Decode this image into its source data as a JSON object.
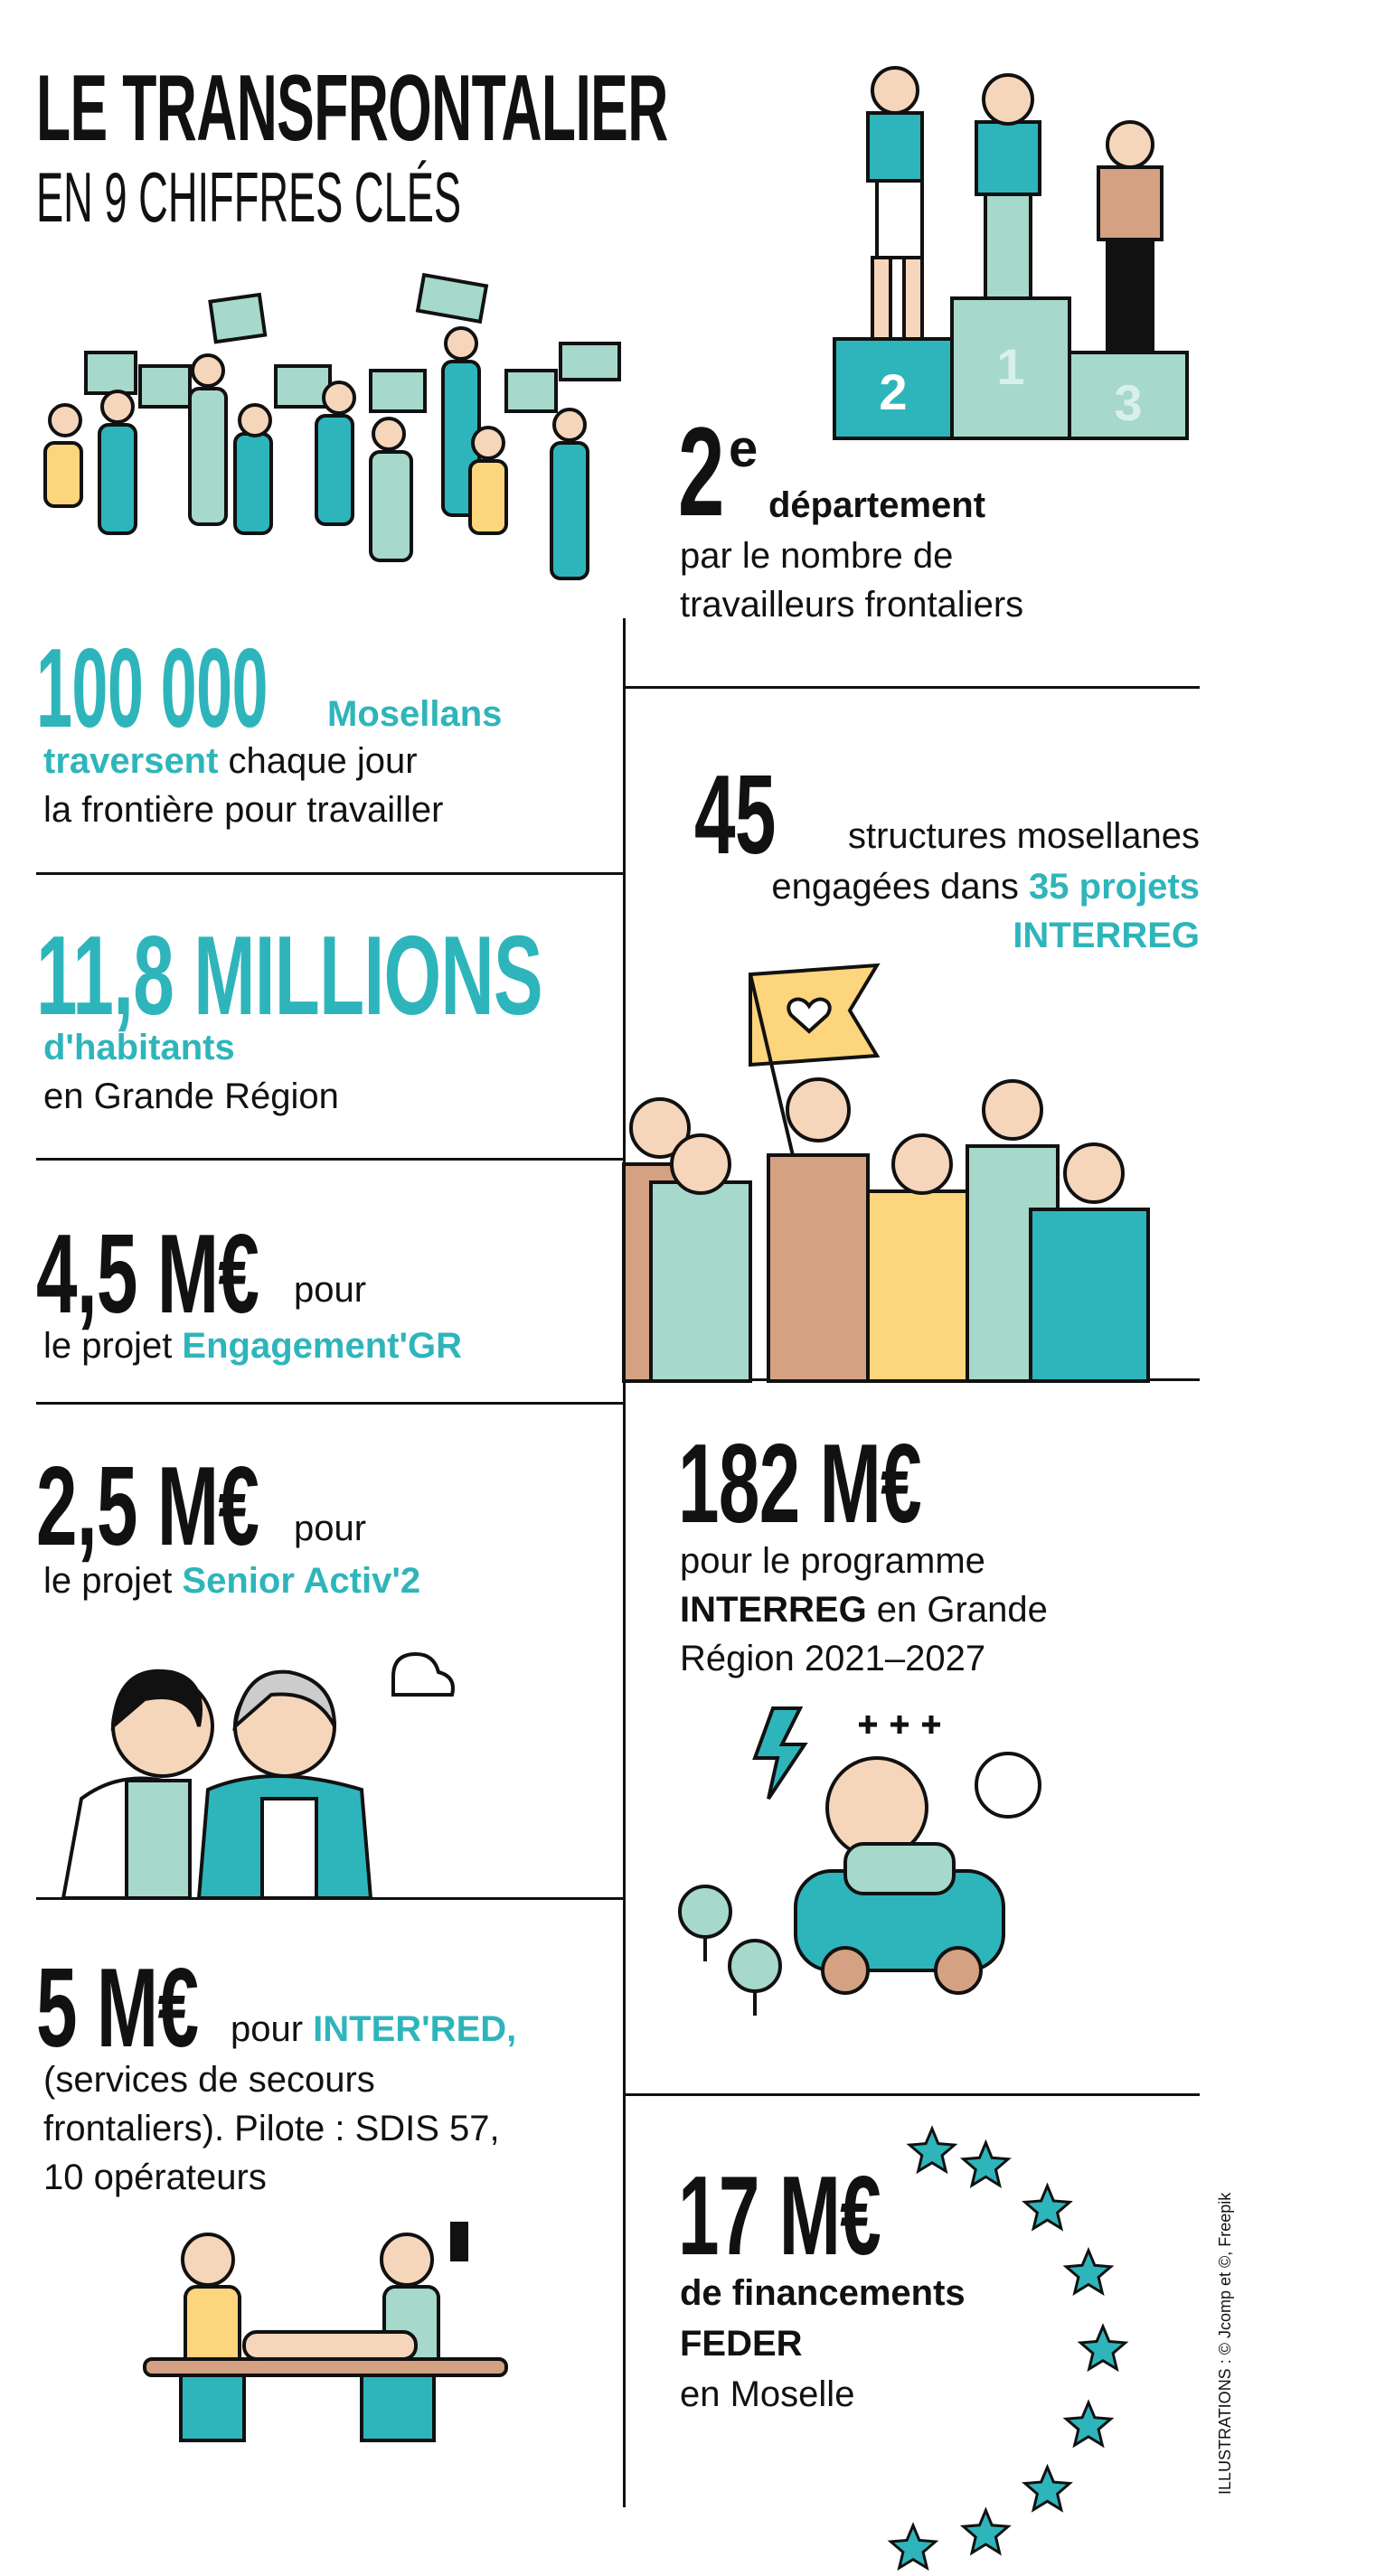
{
  "header": {
    "title": "LE TRANSFRONTALIER",
    "subtitle": "EN 9 CHIFFRES CLÉS"
  },
  "colors": {
    "teal": "#2eb5bb",
    "mint": "#a6d8cc",
    "skin": "#f6d6bb",
    "tan": "#d4a283",
    "yellow": "#fdd57c",
    "ink": "#111111"
  },
  "facts": {
    "rank": {
      "number": "2",
      "sup": "e",
      "bold": "département",
      "line1": "par le nombre de",
      "line2": "travailleurs frontaliers",
      "podium": [
        "2",
        "1",
        "3"
      ]
    },
    "commuters": {
      "number": "100 000",
      "teal1": "Mosellans",
      "teal2": "traversent",
      "rest1": " chaque jour",
      "line2": "la frontière pour travailler"
    },
    "structures": {
      "number": "45",
      "line1": "structures mosellanes",
      "line2a": "engagées dans ",
      "line2b": "35 projets",
      "line3": "INTERREG"
    },
    "population": {
      "number": "11,8 MILLIONS",
      "teal": "d'habitants",
      "line2": "en Grande Région"
    },
    "engagement": {
      "number": "4,5 M€",
      "suffix": "pour",
      "line2a": "le projet ",
      "line2b": "Engagement'GR"
    },
    "interreg": {
      "number": "182 M€",
      "line1": "pour le programme",
      "line2a": "INTERREG",
      "line2b": " en Grande",
      "line3": "Région 2021–2027"
    },
    "senior": {
      "number": "2,5 M€",
      "suffix": "pour",
      "line2a": "le projet ",
      "line2b": "Senior Activ'2"
    },
    "interred": {
      "number": "5 M€",
      "suffix": "pour ",
      "teal": "INTER'RED,",
      "line2": "(services de secours",
      "line3": "frontaliers). Pilote : SDIS 57,",
      "line4": "10 opérateurs"
    },
    "feder": {
      "number": "17 M€",
      "line1": "de financements",
      "line2": "FEDER",
      "line3": "en Moselle"
    }
  },
  "credit": "ILLUSTRATIONS : © Jcomp et ©, Freepik"
}
